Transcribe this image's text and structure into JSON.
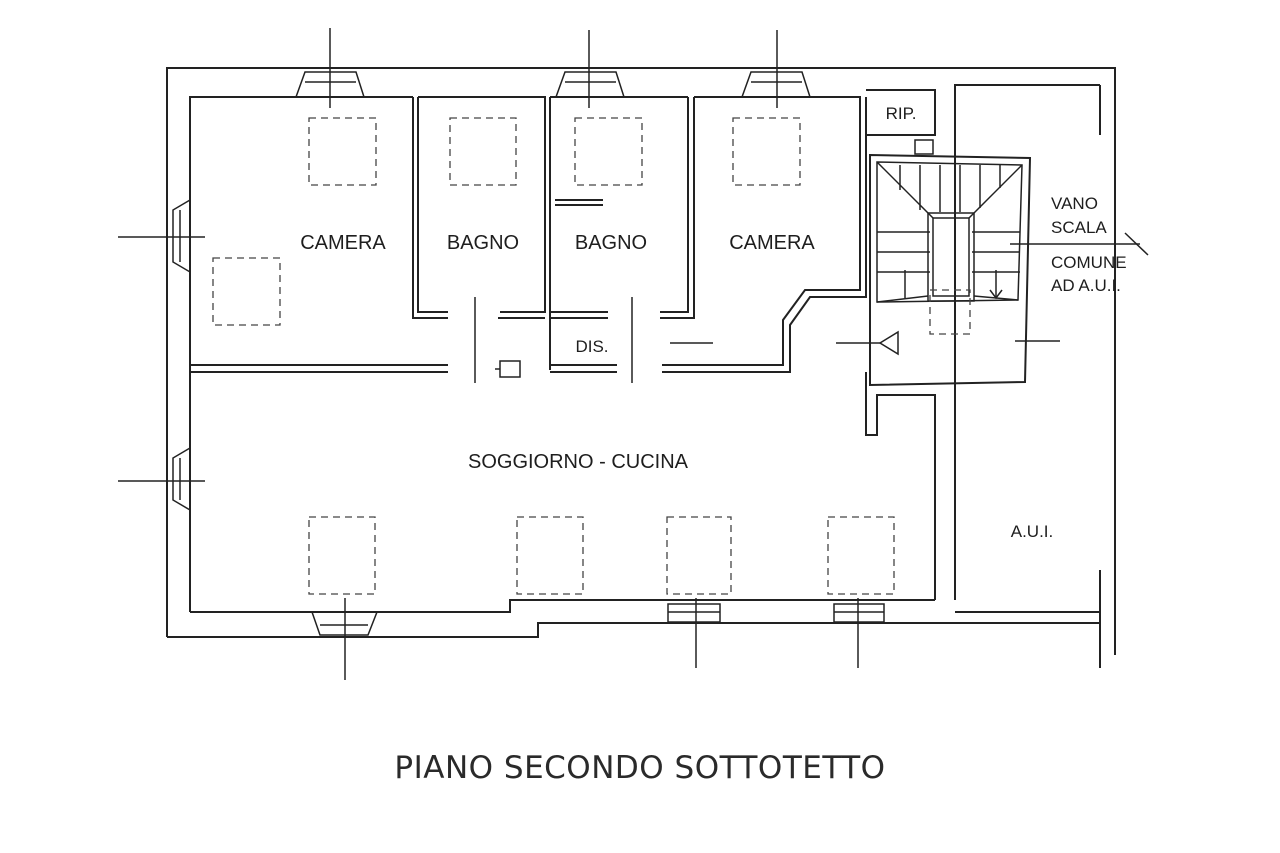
{
  "rooms": {
    "camera_left": "CAMERA",
    "bagno_1": "BAGNO",
    "bagno_2": "BAGNO",
    "camera_right": "CAMERA",
    "disimpegno": "DIS.",
    "ripostiglio": "RIP.",
    "soggiorno": "SOGGIORNO - CUCINA",
    "vano_scala_1": "VANO",
    "vano_scala_2": "SCALA",
    "comune_1": "COMUNE",
    "comune_2": "AD A.U.I.",
    "aui": "A.U.I."
  },
  "title": "PIANO SECONDO SOTTOTETTO"
}
